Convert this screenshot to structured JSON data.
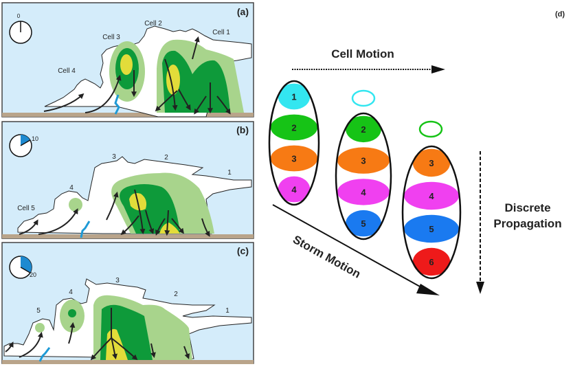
{
  "panels": [
    {
      "id": "a",
      "label": "(a)",
      "clock_minutes": "0",
      "clock_fraction": 0,
      "cell_labels": [
        "Cell 4",
        "Cell 3",
        "Cell 2",
        "Cell 1"
      ]
    },
    {
      "id": "b",
      "label": "(b)",
      "clock_minutes": "10",
      "clock_fraction": 0.1667,
      "cell_labels": [
        "Cell 5",
        "4",
        "3",
        "2",
        "1"
      ]
    },
    {
      "id": "c",
      "label": "(c)",
      "clock_minutes": "20",
      "clock_fraction": 0.3333,
      "cell_labels": [
        "5",
        "4",
        "3",
        "2",
        "1"
      ]
    }
  ],
  "panel_d": {
    "label": "(d)",
    "cell_motion": "Cell Motion",
    "storm_motion": "Storm Motion",
    "discrete_propagation": [
      "Discrete",
      "Propagation"
    ],
    "groups": [
      {
        "cells": [
          "1",
          "2",
          "3",
          "4"
        ]
      },
      {
        "cells": [
          "2",
          "3",
          "4",
          "5"
        ],
        "ghost": "1"
      },
      {
        "cells": [
          "3",
          "4",
          "5",
          "6"
        ],
        "ghost": "2"
      }
    ],
    "cell_colors": {
      "1": "#33e6f0",
      "2": "#16c316",
      "3": "#f77a14",
      "4": "#f040f0",
      "5": "#1a7af0",
      "6": "#ee1a1a"
    }
  },
  "colors": {
    "sky": "#d4ecfa",
    "ground": "#b9a48a",
    "light_green": "#a8d48c",
    "dark_green": "#0e9a3a",
    "yellow": "#e2dc3a",
    "front_blue": "#1e9ad6",
    "clock_fill": "#1e8ad0"
  }
}
